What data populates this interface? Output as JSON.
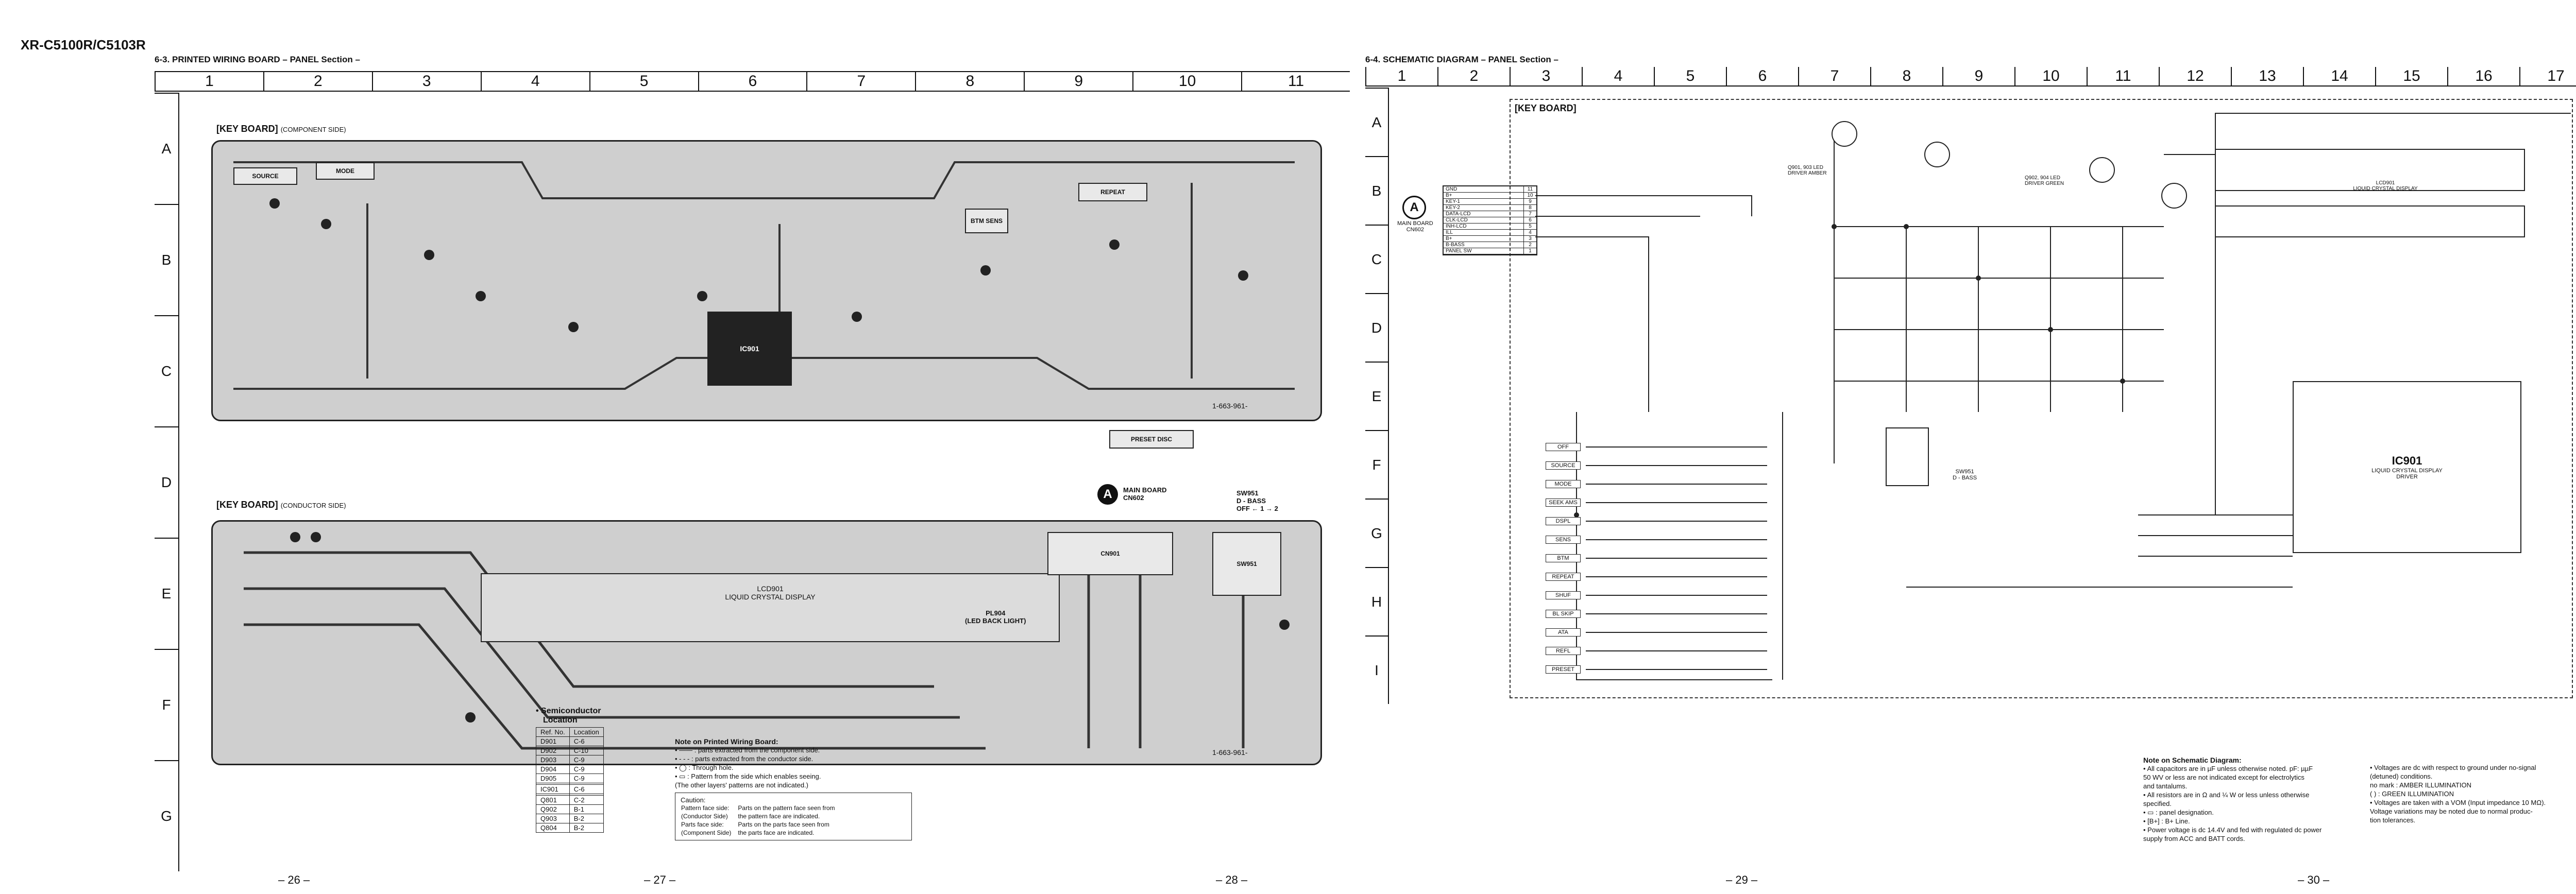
{
  "header": {
    "model": "XR-C5100R/C5103R"
  },
  "left_section": {
    "title": "6-3.   PRINTED WIRING BOARD  – PANEL Section –",
    "columns": [
      "1",
      "2",
      "3",
      "4",
      "5",
      "6",
      "7",
      "8",
      "9",
      "10",
      "11"
    ],
    "rows": [
      "A",
      "B",
      "C",
      "D",
      "E",
      "F",
      "G"
    ],
    "component_board": {
      "label": "[KEY BOARD]",
      "sub": "(COMPONENT SIDE)",
      "parts": [
        "SOURCE",
        "MODE",
        "PRESET DISC",
        "BTM SENS",
        "REPEAT",
        "1-663-961-"
      ],
      "board_code": "1-663-961-"
    },
    "conductor_board": {
      "label": "[KEY BOARD]",
      "sub": "(CONDUCTOR SIDE)",
      "lcd_label": "LCD901",
      "lcd_sub": "LIQUID CRYSTAL DISPLAY",
      "main_board_marker": "A",
      "main_board_label": "MAIN BOARD",
      "main_board_cn": "CN602",
      "cn_label": "CN901",
      "pl_label": "PL904",
      "pl_sub": "(LED BACK LIGHT)",
      "sw_label": "SW951",
      "sw_sub": "D - BASS",
      "sw_states": "OFF ← 1 → 2",
      "board_code": "1-663-961-"
    },
    "semiconductor": {
      "title": "• Semiconductor",
      "title2": "Location",
      "headers": [
        "Ref. No.",
        "Location"
      ],
      "rows": [
        [
          "D901",
          "C-6"
        ],
        [
          "D902",
          "C-10"
        ],
        [
          "D903",
          "C-9"
        ],
        [
          "D904",
          "C-9"
        ],
        [
          "D905",
          "C-9"
        ],
        [
          "",
          ""
        ],
        [
          "IC901",
          "C-6"
        ],
        [
          "",
          ""
        ],
        [
          "Q801",
          "C-2"
        ],
        [
          "Q902",
          "B-1"
        ],
        [
          "Q903",
          "B-2"
        ],
        [
          "Q804",
          "B-2"
        ]
      ]
    },
    "note_pwb": {
      "title": "Note on Printed Wiring Board:",
      "lines": [
        "• —— : parts extracted from the component side.",
        "• - - - : parts extracted from the conductor side.",
        "• ◯ : Through hole.",
        "• ▭ : Pattern from the side which enables seeing.",
        "(The other layers' patterns are not indicated.)"
      ],
      "caution_title": "Caution:",
      "caution_rows": [
        [
          "Pattern face side:",
          "Parts on the pattern face seen from"
        ],
        [
          "(Conductor Side)",
          "the pattern face are indicated."
        ],
        [
          "Parts face side:",
          "Parts on the parts face seen from"
        ],
        [
          "(Component Side)",
          "the parts face are indicated."
        ]
      ]
    },
    "page_numbers": [
      "– 26 –",
      "– 27 –",
      "– 28 –"
    ]
  },
  "right_section": {
    "title": "6-4.   SCHEMATIC DIAGRAM  – PANEL Section –",
    "columns": [
      "1",
      "2",
      "3",
      "4",
      "5",
      "6",
      "7",
      "8",
      "9",
      "10",
      "11",
      "12",
      "13",
      "14",
      "15",
      "16",
      "17"
    ],
    "rows": [
      "A",
      "B",
      "C",
      "D",
      "E",
      "F",
      "G",
      "H",
      "I"
    ],
    "board_label": "[KEY BOARD]",
    "main_board_marker": "A",
    "main_board_label": "MAIN BOARD",
    "main_board_cn": "CN602",
    "connector_pins": [
      "GND",
      "B+",
      "KEY-1",
      "KEY-2",
      "DATA-LCD",
      "CLK-LCD",
      "INH-LCD",
      "ILL",
      "B+",
      "B-BASS",
      "PANEL SW"
    ],
    "ic_label": "IC901",
    "ic_sub": "LIQUID CRYSTAL DISPLAY DRIVER",
    "lcd_label": "LCD901",
    "lcd_sub": "LIQUID CRYSTAL DISPLAY",
    "led_driver_labels": [
      "Q901, 903 LED DRIVER AMBER",
      "Q902, 904 LED DRIVER GREEN"
    ],
    "switch_names": [
      "OFF",
      "SOURCE",
      "MODE",
      "SEEK AMS",
      "DSPL",
      "SENS",
      "BTM",
      "REPEAT",
      "SHUF",
      "BL SKIP",
      "ATA",
      "REFL",
      "PRESET"
    ],
    "sw_label": "SW951",
    "sw_sub": "D - BASS",
    "page_numbers": [
      "– 29 –",
      "– 30 –"
    ]
  },
  "note_schematic": {
    "title": "Note on Schematic Diagram:",
    "left_lines": [
      "• All capacitors are in µF unless otherwise noted.  pF: µµF",
      "  50 WV or less are not indicated except for electrolytics",
      "  and tantalums.",
      "• All resistors are in Ω and ¼ W or less unless otherwise",
      "  specified.",
      "• ▭ : panel designation.",
      "• [B+] : B+ Line.",
      "• Power voltage is dc 14.4V and fed with regulated dc power",
      "  supply from ACC and BATT cords."
    ],
    "right_lines": [
      "• Voltages are dc with respect to ground under no-signal",
      "  (detuned) conditions.",
      "  no mark : AMBER ILLUMINATION",
      "  ( ) : GREEN ILLUMINATION",
      "• Voltages are taken with a VOM (Input impedance 10 MΩ).",
      "  Voltage variations may be noted due to normal produc-",
      "  tion tolerances."
    ]
  }
}
